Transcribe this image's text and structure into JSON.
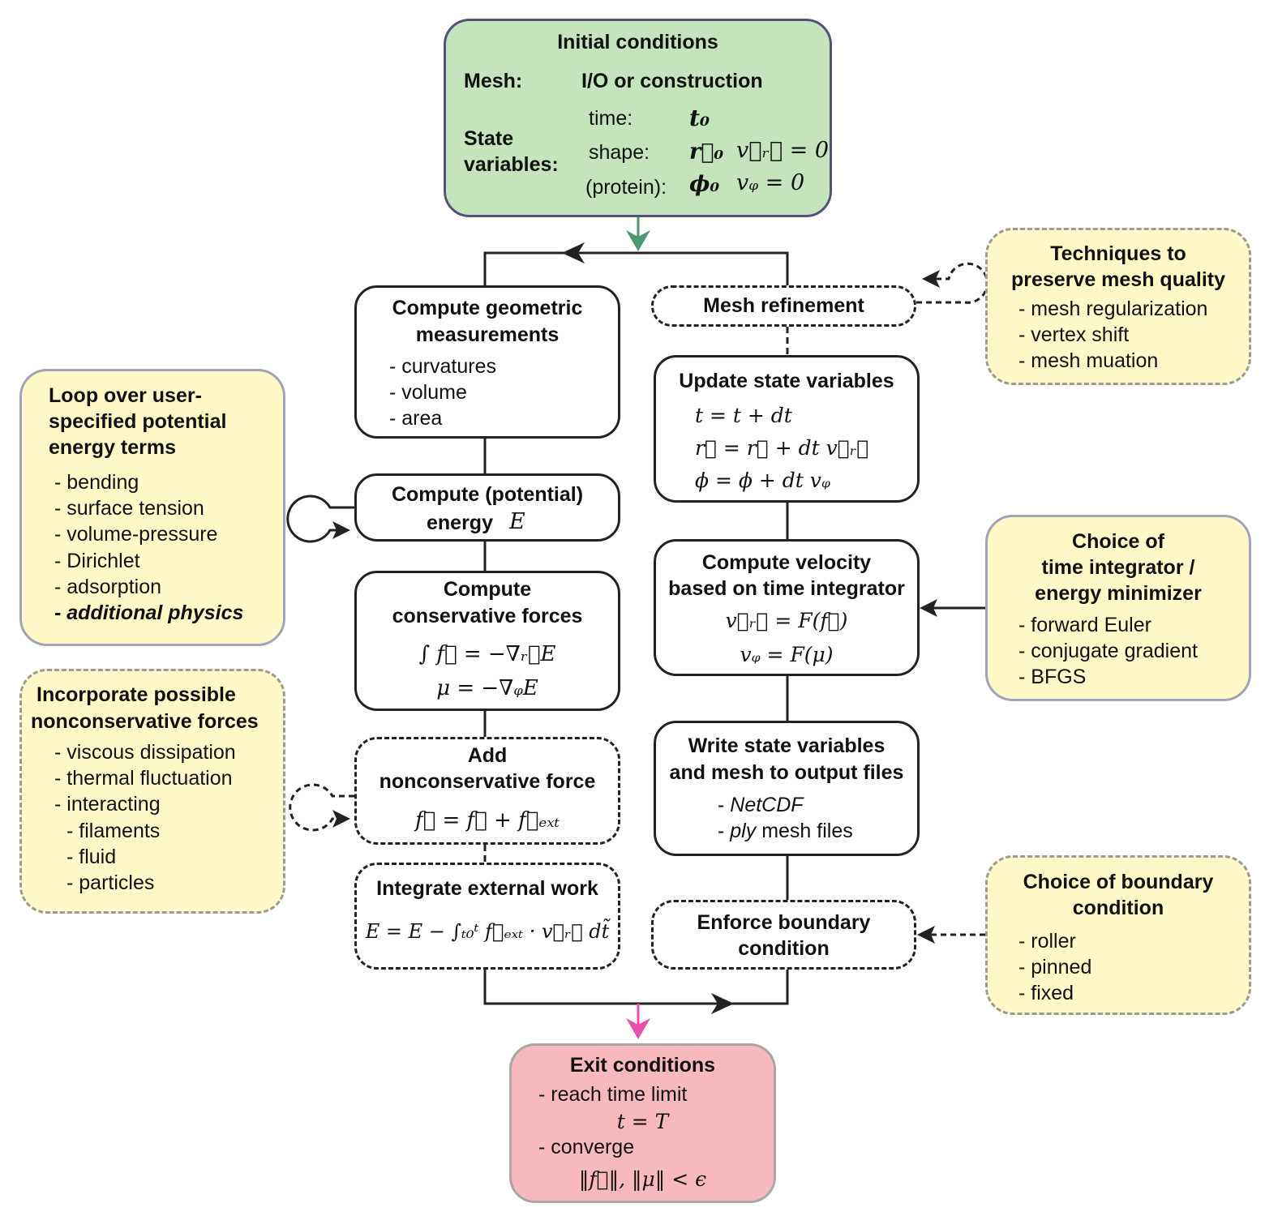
{
  "initial": {
    "title": "Initial conditions",
    "mesh_label": "Mesh:",
    "mesh_value": "I/O or construction",
    "state_label_1": "State",
    "state_label_2": "variables:",
    "time_label": "time:",
    "time_value": "t₀",
    "shape_label": "shape:",
    "shape_value": "r⃗₀",
    "shape_velocity": "v⃗ᵣ⃗ = 0",
    "protein_label": "(protein):",
    "protein_value": "ϕ₀",
    "protein_velocity": "vᵩ = 0"
  },
  "geometric": {
    "title_1": "Compute geometric",
    "title_2": "measurements",
    "items": [
      "- curvatures",
      "- volume",
      "- area"
    ]
  },
  "energy": {
    "title_1": "Compute (potential)",
    "title_2": "energy",
    "symbol": "E"
  },
  "conservative": {
    "title_1": "Compute",
    "title_2": "conservative forces",
    "eq_1": "∫ f⃗ = −∇ᵣ⃗E",
    "eq_2": "μ = −∇ᵩE"
  },
  "nonconservative": {
    "title_1": "Add",
    "title_2": "nonconservative force",
    "eq": "f⃗ = f⃗ + f⃗ₑₓₜ"
  },
  "external_work": {
    "title": "Integrate external work",
    "eq": "E = E − ∫ₜ₀ᵗ f⃗ₑₓₜ · v⃗ᵣ⃗ dt̃"
  },
  "mesh_refinement": {
    "title": "Mesh refinement"
  },
  "update": {
    "title": "Update state variables",
    "eq_1": "t = t + dt",
    "eq_2": "r⃗ = r⃗ + dt v⃗ᵣ⃗",
    "eq_3": "ϕ = ϕ + dt vᵩ"
  },
  "velocity": {
    "title_1": "Compute velocity",
    "title_2": "based on time integrator",
    "eq_1": "v⃗ᵣ⃗ = F(f⃗)",
    "eq_2": "vᵩ = F(μ)"
  },
  "write": {
    "title_1": "Write state variables",
    "title_2": "and mesh to output files",
    "item_1_prefix": "- ",
    "item_1": "NetCDF",
    "item_2_prefix": "- ",
    "item_2_italic": "ply",
    "item_2_rest": " mesh files"
  },
  "boundary": {
    "title_1": "Enforce boundary",
    "title_2": "condition"
  },
  "exit": {
    "title": "Exit conditions",
    "item_1": "- reach time limit",
    "eq_1": "t = T",
    "item_2": "- converge",
    "eq_2": "‖f⃗‖, ‖μ‖ < ϵ"
  },
  "loop_terms": {
    "title_1": "Loop over user-",
    "title_2": "specified potential",
    "title_3": "energy terms",
    "items": [
      "- bending",
      "- surface tension",
      "- volume-pressure",
      "- Dirichlet",
      "- adsorption"
    ],
    "extra": "- additional physics"
  },
  "nonconservative_options": {
    "title_1": "Incorporate possible",
    "title_2": "nonconservative forces",
    "items": [
      "- viscous dissipation",
      "- thermal fluctuation",
      "- interacting"
    ],
    "subitems": [
      "- filaments",
      "- fluid",
      "- particles"
    ]
  },
  "mesh_quality": {
    "title_1": "Techniques to",
    "title_2": "preserve mesh quality",
    "items": [
      "- mesh regularization",
      "- vertex shift",
      "- mesh muation"
    ]
  },
  "integrator": {
    "title_1": "Choice of",
    "title_2": "time integrator /",
    "title_3": "energy minimizer",
    "items": [
      "- forward Euler",
      "- conjugate gradient",
      "- BFGS"
    ]
  },
  "boundary_choice": {
    "title_1": "Choice of boundary",
    "title_2": "condition",
    "items": [
      "- roller",
      "- pinned",
      "- fixed"
    ]
  },
  "colors": {
    "initial_fill": "#c5e3bd",
    "exit_fill": "#f7b9bd",
    "option_fill": "#fff9c8",
    "entry_arrow": "#4a9a73",
    "exit_arrow": "#e94fa8"
  }
}
